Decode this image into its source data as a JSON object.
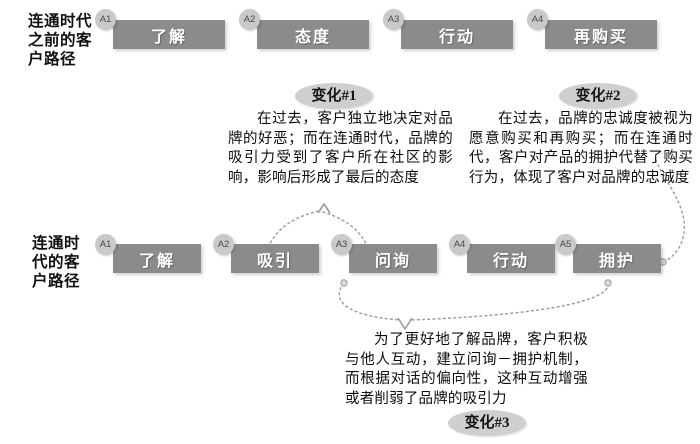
{
  "rows": [
    {
      "label_lines": [
        "连通时代",
        "之前的客",
        "户路径"
      ],
      "stages": [
        {
          "badge": "A1",
          "label": "了解"
        },
        {
          "badge": "A2",
          "label": "态度"
        },
        {
          "badge": "A3",
          "label": "行动"
        },
        {
          "badge": "A4",
          "label": "再购买"
        }
      ]
    },
    {
      "label_lines": [
        "连通时",
        "代的客",
        "户路径"
      ],
      "stages": [
        {
          "badge": "A1",
          "label": "了解"
        },
        {
          "badge": "A2",
          "label": "吸引"
        },
        {
          "badge": "A3",
          "label": "问询"
        },
        {
          "badge": "A4",
          "label": "行动"
        },
        {
          "badge": "A5",
          "label": "拥护"
        }
      ]
    }
  ],
  "changes": [
    {
      "pill": "变化#1",
      "text": "在过去，客户独立地决定对品牌的好恶；而在连通时代，品牌的吸引力受到了客户所在社区的影响，影响后形成了最后的态度"
    },
    {
      "pill": "变化#2",
      "text": "在过去，品牌的忠诚度被视为愿意购买和再购买；而在连通时代，客户对产品的拥护代替了购买行为，体现了客户对品牌的忠诚度"
    },
    {
      "pill": "变化#3",
      "text": "为了更好地了解品牌，客户积极与他人互动，建立问询－拥护机制，而根据对话的偏向性，这种互动增强或者削弱了品牌的吸引力"
    }
  ],
  "colors": {
    "box_fill": "#8b8b8b",
    "badge_fill": "#c9c9c9",
    "pill_fill": "#cfcfcf",
    "box_text": "#ffffff",
    "connector": "#9a9a9a",
    "background": "#ffffff"
  }
}
